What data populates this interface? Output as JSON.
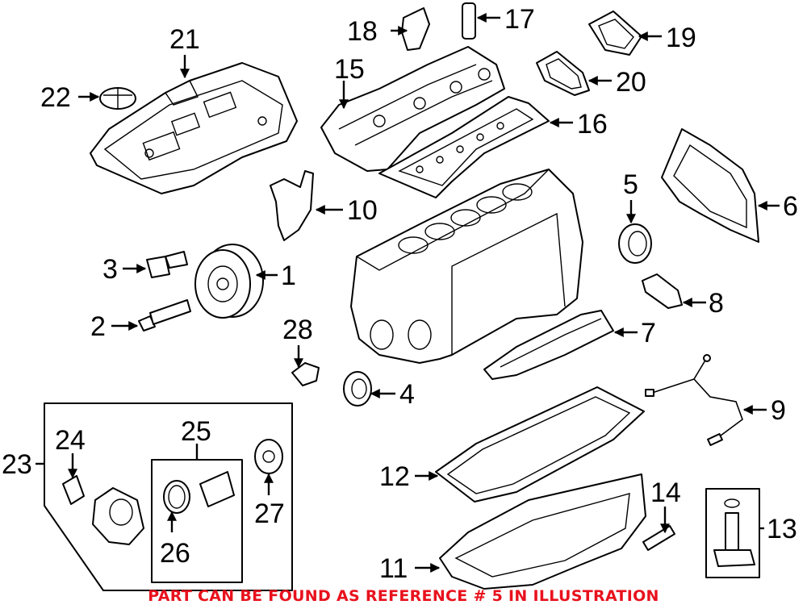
{
  "callouts": {
    "n1": "1",
    "n2": "2",
    "n3": "3",
    "n4": "4",
    "n5": "5",
    "n6": "6",
    "n7": "7",
    "n8": "8",
    "n9": "9",
    "n10": "10",
    "n11": "11",
    "n12": "12",
    "n13": "13",
    "n14": "14",
    "n15": "15",
    "n16": "16",
    "n17": "17",
    "n18": "18",
    "n19": "19",
    "n20": "20",
    "n21": "21",
    "n22": "22",
    "n23": "23",
    "n24": "24",
    "n25": "25",
    "n26": "26",
    "n27": "27",
    "n28": "28"
  },
  "footer_note": "PART CAN BE FOUND AS REFERENCE # 5 IN ILLUSTRATION",
  "colors": {
    "footer_note": "#e8121d",
    "line": "#000000",
    "background": "#ffffff"
  }
}
